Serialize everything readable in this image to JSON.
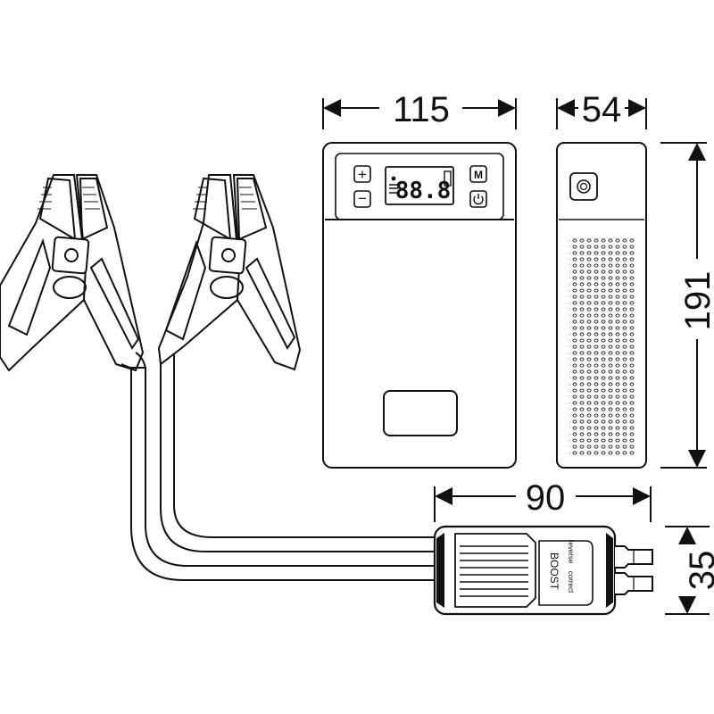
{
  "dimensions": {
    "width_front": "115",
    "depth_side": "54",
    "height": "191",
    "clamp_box_width": "90",
    "clamp_box_height": "35"
  },
  "device": {
    "buttons": {
      "plus": "+",
      "minus": "−",
      "mode": "M"
    },
    "display_digits": "88.8"
  },
  "smart_clamp": {
    "boost_label": "BOOST",
    "correct_label": "correct",
    "reverse_label": "reverse"
  },
  "icons": [
    "plus-icon",
    "minus-icon",
    "power-icon",
    "battery-icon",
    "temperature-icon",
    "usb-port-icon"
  ],
  "colors": {
    "line": "#111111",
    "background": "#ffffff"
  }
}
